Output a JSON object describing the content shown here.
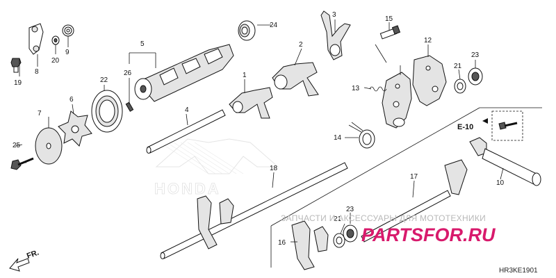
{
  "callouts": [
    "1",
    "2",
    "3",
    "4",
    "5",
    "6",
    "7",
    "8",
    "9",
    "10",
    "12",
    "13",
    "14",
    "15",
    "16",
    "17",
    "18",
    "19",
    "20",
    "21",
    "21",
    "22",
    "23",
    "23",
    "24",
    "25",
    "26"
  ],
  "ref": {
    "label": "E-10"
  },
  "direction": {
    "label": "FR."
  },
  "watermark": {
    "logo_text": "HONDA",
    "shop_text": "ЗАПЧАСТИ И АКСЕССУАРЫ ДЛЯ МОТОТЕХНИКИ",
    "brand_text": "PARTSFOR.RU"
  },
  "diagram_code": "HR3KE1901"
}
